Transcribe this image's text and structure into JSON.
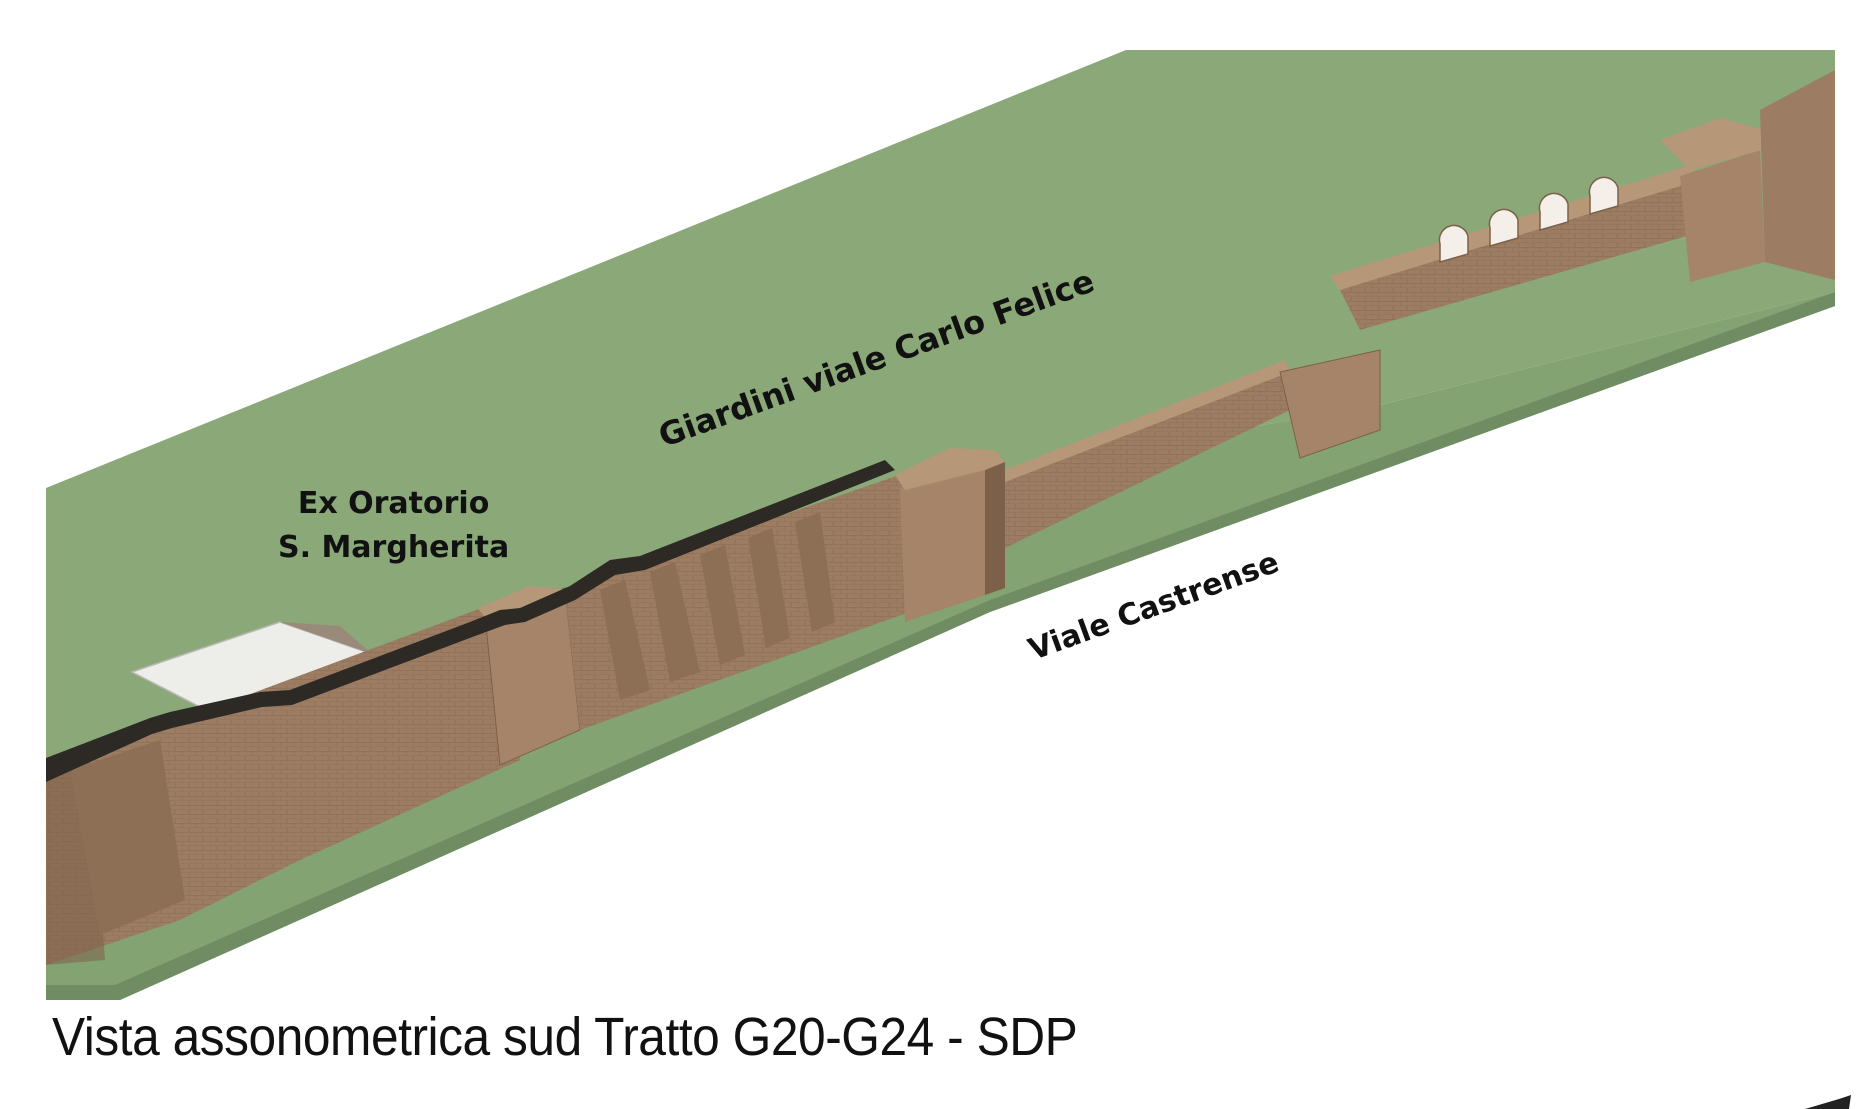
{
  "labels": {
    "giardini": "Giardini viale Carlo Felice",
    "castrense": "Viale Castrense",
    "oratorio_line1": "Ex Oratorio",
    "oratorio_line2": "S. Margherita"
  },
  "caption": "Vista assonometrica sud Tratto G20-G24 - SDP",
  "colors": {
    "grass": "#8aa878",
    "grass_dark": "#6f8c63",
    "wall_face": "#9c7c62",
    "wall_shadow": "#7d604a",
    "wall_top": "#b69878",
    "walkway": "#2d2925",
    "building": "#ededea",
    "background": "#ffffff"
  }
}
